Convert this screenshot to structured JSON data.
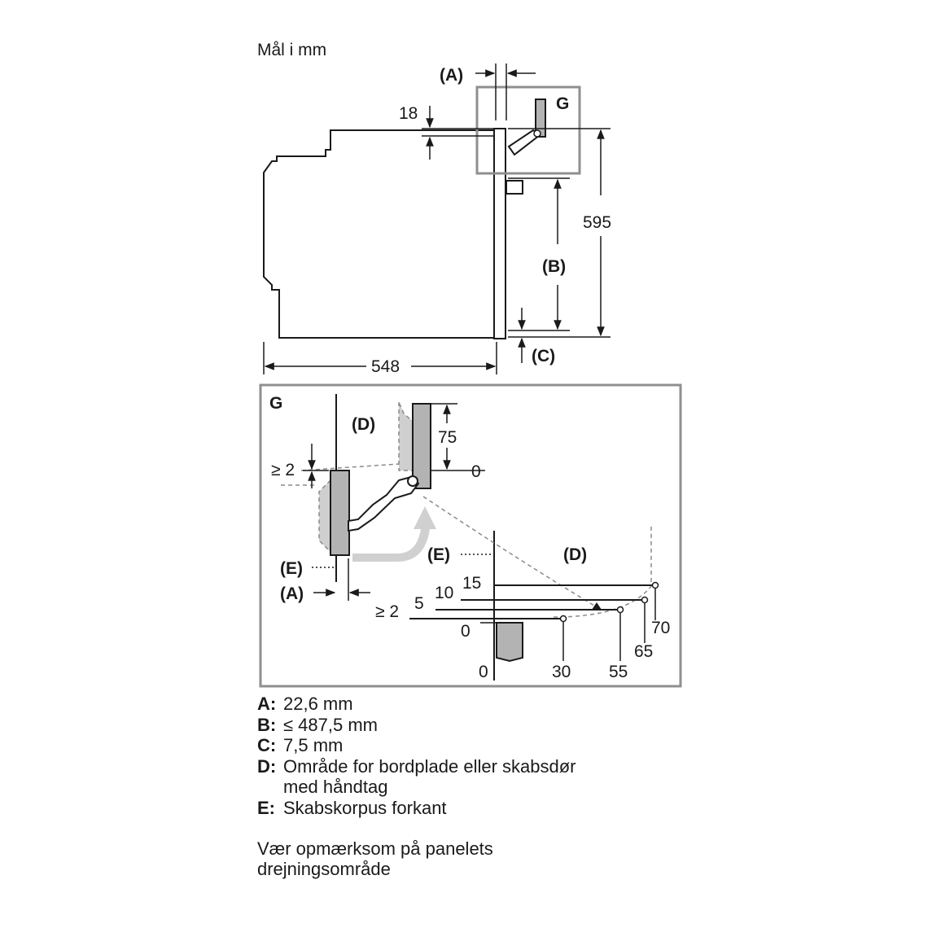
{
  "title": "Mål i mm",
  "side_view": {
    "detail_label": "G",
    "labels": {
      "a": "(A)",
      "b": "(B)",
      "c": "(C)",
      "d18": "18",
      "d595": "595",
      "d548": "548"
    }
  },
  "detail": {
    "label": "G",
    "labels": {
      "d_top": "(D)",
      "d_right": "(D)",
      "e_left": "(E)",
      "e_right": "(E)",
      "a": "(A)",
      "ge2_top": "≥ 2",
      "ge2_bottom": "≥ 2",
      "d75": "75",
      "zero_top": "0",
      "v15": "15",
      "v10": "10",
      "v5": "5",
      "v0_left": "0",
      "v0_bottom": "0",
      "v30": "30",
      "v55": "55",
      "v65": "65",
      "v70": "70"
    }
  },
  "legend": [
    {
      "key": "A:",
      "value": "22,6 mm"
    },
    {
      "key": "B:",
      "value": "≤ 487,5 mm"
    },
    {
      "key": "C:",
      "value": "7,5 mm"
    },
    {
      "key": "D:",
      "value": "Område for bordplade eller skabsdør\nmed håndtag"
    },
    {
      "key": "E:",
      "value": "Skabskorpus forkant"
    }
  ],
  "note": "Vær opmærksom på panelets\ndrejningsområde"
}
